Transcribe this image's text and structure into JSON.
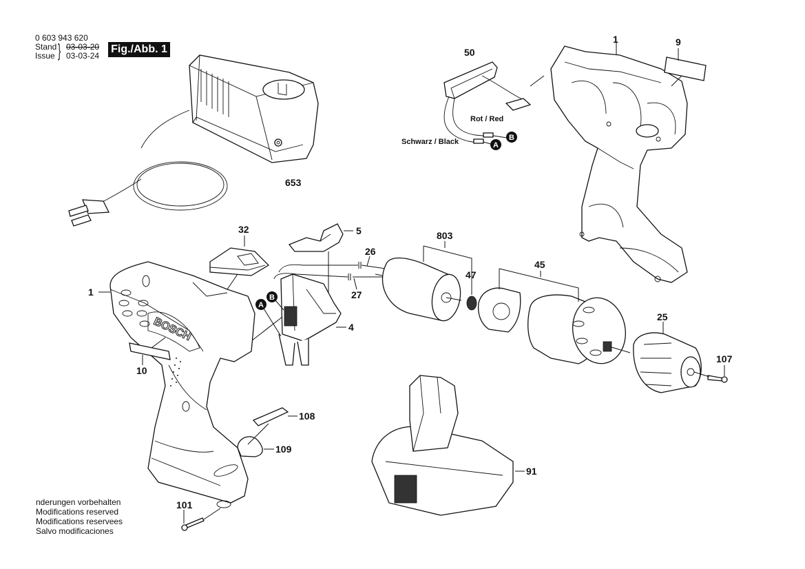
{
  "header": {
    "document_number": "0 603 943 620",
    "stand_label": "Stand",
    "issue_label": "Issue",
    "stand_date_struck": "03-03-20",
    "issue_date": "03-03-24",
    "figure_label": "Fig./Abb. 1"
  },
  "notice": [
    " nderungen vorbehalten",
    "Modifications reserved",
    "Modifications reservees",
    "Salvo modificaciones"
  ],
  "wire_labels": {
    "red": "Rot / Red",
    "black": "Schwarz / Black"
  },
  "connector_markers": {
    "a": "A",
    "b": "B"
  },
  "parts": [
    {
      "id": "charger",
      "number": "653",
      "description": "battery charger with cord and plug"
    },
    {
      "id": "sensor",
      "number": "50",
      "description": "sensor/LED module with wires"
    },
    {
      "id": "housing-right",
      "number": "1",
      "description": "housing half (right)"
    },
    {
      "id": "nameplate-top",
      "number": "9",
      "description": "label plate"
    },
    {
      "id": "cover",
      "number": "32",
      "description": "cover slide"
    },
    {
      "id": "switch-slide",
      "number": "5",
      "description": "direction switch slide"
    },
    {
      "id": "wire-26",
      "number": "26",
      "description": "wire"
    },
    {
      "id": "wire-27",
      "number": "27",
      "description": "wire"
    },
    {
      "id": "switch",
      "number": "4",
      "description": "on/off switch"
    },
    {
      "id": "motor",
      "number": "803",
      "description": "DC motor assembly"
    },
    {
      "id": "pinion",
      "number": "47",
      "description": "pinion gear"
    },
    {
      "id": "gearbox",
      "number": "45",
      "description": "gearbox assembly"
    },
    {
      "id": "chuck",
      "number": "25",
      "description": "keyless chuck"
    },
    {
      "id": "chuck-screw",
      "number": "107",
      "description": "left-hand screw"
    },
    {
      "id": "housing-left",
      "number": "1",
      "description": "housing half (left) with BOSCH logo"
    },
    {
      "id": "nameplate-side",
      "number": "10",
      "description": "label plate"
    },
    {
      "id": "bit",
      "number": "108",
      "description": "screwdriver bit"
    },
    {
      "id": "bit-holder",
      "number": "109",
      "description": "bit holder clip"
    },
    {
      "id": "battery",
      "number": "91",
      "description": "battery pack"
    },
    {
      "id": "housing-screw",
      "number": "101",
      "description": "housing screw"
    }
  ],
  "logo_text": "BOSCH"
}
